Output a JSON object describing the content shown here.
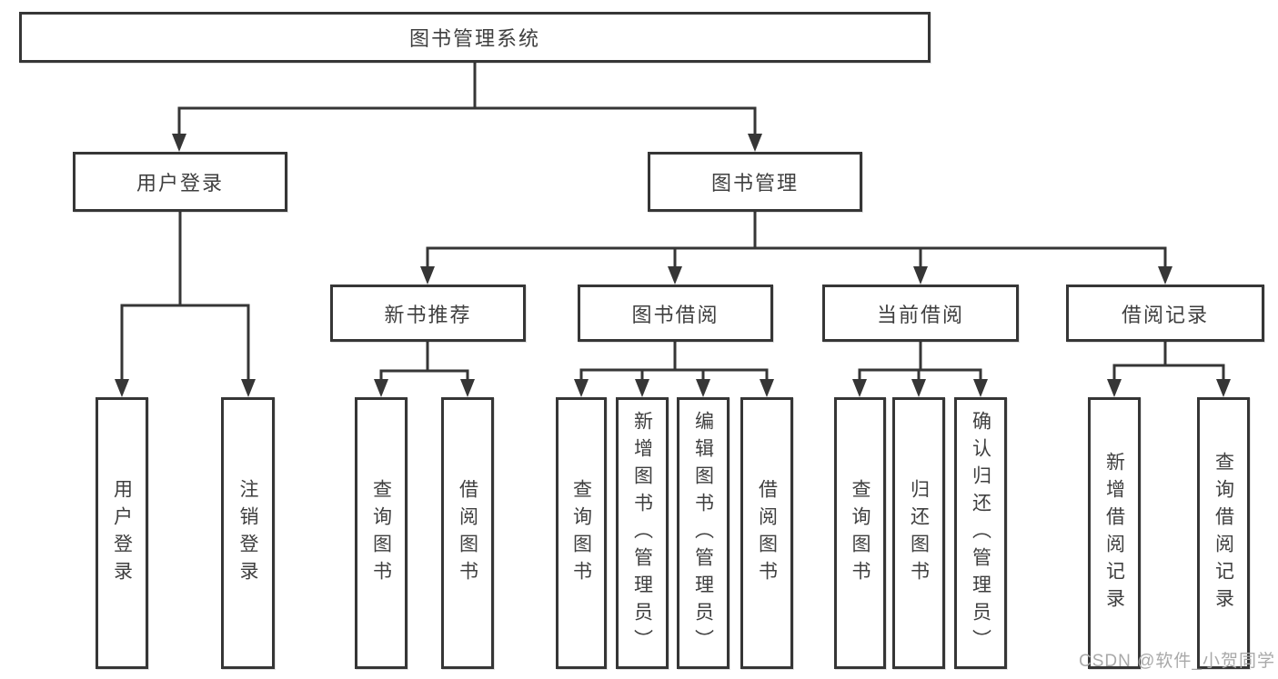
{
  "nodes": {
    "root": "图书管理系统",
    "userLoginGroup": "用户登录",
    "bookManagement": "图书管理",
    "userLogin": "用户登录",
    "logoutLogin": "注销登录",
    "newBookRecommend": "新书推荐",
    "bookBorrow": "图书借阅",
    "currentBorrow": "当前借阅",
    "borrowRecord": "借阅记录",
    "nbQueryBook": "查询图书",
    "nbBorrowBook": "借阅图书",
    "bbQueryBook": "查询图书",
    "bbAddBook": "新增图书（管理员）",
    "bbEditBook": "编辑图书（管理员）",
    "bbBorrowBook": "借阅图书",
    "cbQueryBook": "查询图书",
    "cbReturnBook": "归还图书",
    "cbConfirmReturn": "确认归还（管理员）",
    "brAddRecord": "新增借阅记录",
    "brQueryRecord": "查询借阅记录"
  },
  "tree": {
    "图书管理系统": {
      "用户登录": [
        "用户登录",
        "注销登录"
      ],
      "图书管理": {
        "新书推荐": [
          "查询图书",
          "借阅图书"
        ],
        "图书借阅": [
          "查询图书",
          "新增图书（管理员）",
          "编辑图书（管理员）",
          "借阅图书"
        ],
        "当前借阅": [
          "查询图书",
          "归还图书",
          "确认归还（管理员）"
        ],
        "借阅记录": [
          "新增借阅记录",
          "查询借阅记录"
        ]
      }
    }
  },
  "colors": {
    "line": "#363636",
    "text": "#3f3f3f",
    "watermark": "#a9a9a9",
    "background": "#ffffff"
  },
  "watermark": "CSDN @软件_小贺同学"
}
